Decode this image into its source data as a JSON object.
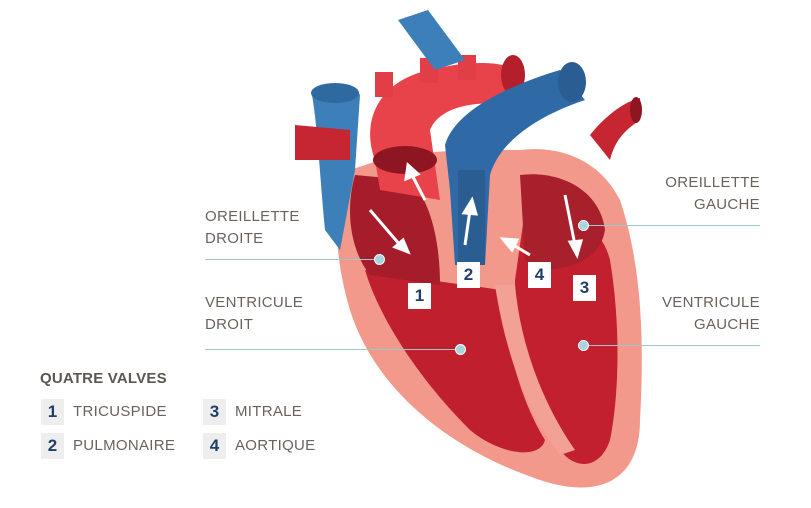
{
  "labels": {
    "right_atrium": [
      "OREILLETTE",
      "DROITE"
    ],
    "right_ventricle": [
      "VENTRICULE",
      "DROIT"
    ],
    "left_atrium": [
      "OREILLETTE",
      "GAUCHE"
    ],
    "left_ventricle": [
      "VENTRICULE",
      "GAUCHE"
    ]
  },
  "badges": [
    "1",
    "2",
    "3",
    "4"
  ],
  "legend": {
    "title": "QUATRE VALVES",
    "items": [
      {
        "num": "1",
        "label": "TRICUSPIDE"
      },
      {
        "num": "2",
        "label": "PULMONAIRE"
      },
      {
        "num": "3",
        "label": "MITRALE"
      },
      {
        "num": "4",
        "label": "AORTIQUE"
      }
    ]
  },
  "colors": {
    "vein_blue": "#3d7fb8",
    "artery_red": "#e8434b",
    "muscle": "#f2998c",
    "chamber": "#b3202e",
    "accent_navy": "#1f3f6b"
  }
}
